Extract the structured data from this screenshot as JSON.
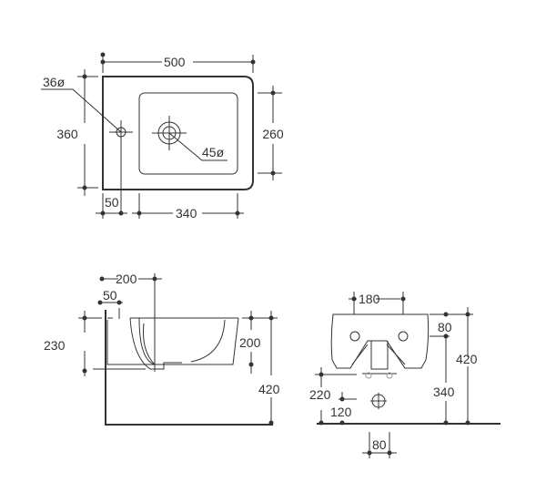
{
  "top_view": {
    "width": "500",
    "depth": "360",
    "basin_depth": "260",
    "tap_offset": "50",
    "basin_width": "340",
    "tap_hole": "36ø",
    "drain_hole": "45ø"
  },
  "side_view": {
    "drain_offset": "200",
    "tap_offset": "50",
    "overall_height": "230",
    "basin_height": "200",
    "mount_height": "420"
  },
  "front_view": {
    "tap_spacing": "180",
    "top_gap": "80",
    "mount_height": "420",
    "bracket_height": "340",
    "supply_height": "220",
    "supply_offset": "120",
    "waste_spacing": "80"
  }
}
